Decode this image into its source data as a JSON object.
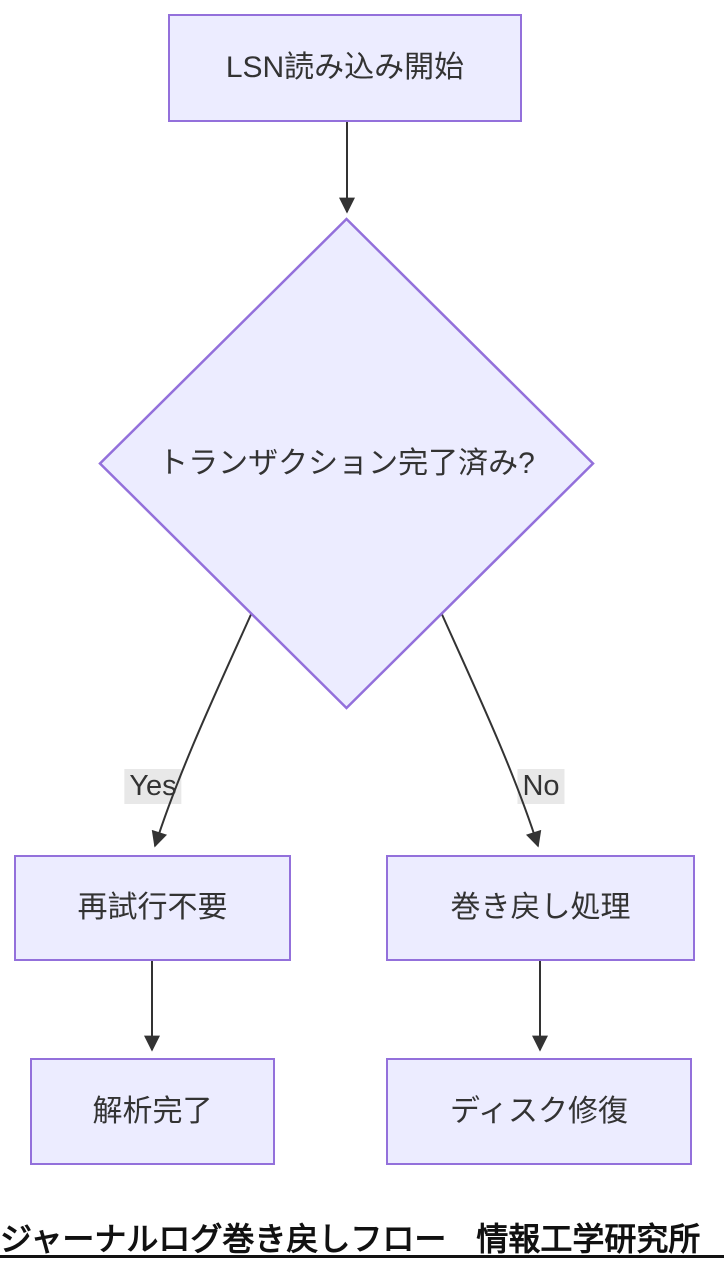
{
  "diagram": {
    "nodes": {
      "start": {
        "label": "LSN読み込み開始"
      },
      "decision": {
        "label": "トランザクション完了済み?"
      },
      "retry_not_needed": {
        "label": "再試行不要"
      },
      "rollback": {
        "label": "巻き戻し処理"
      },
      "analysis_done": {
        "label": "解析完了"
      },
      "disk_repair": {
        "label": "ディスク修復"
      }
    },
    "edge_labels": {
      "yes": "Yes",
      "no": "No"
    },
    "caption": {
      "title": "ジャーナルログ巻き戻しフロー",
      "org": "情報工学研究所"
    },
    "colors": {
      "node_fill": "#ECECFF",
      "node_border": "#9370DB",
      "arrow": "#333333",
      "edge_label_bg": "#E8E8E8",
      "node_text": "#333333",
      "caption_text": "#111111"
    }
  }
}
